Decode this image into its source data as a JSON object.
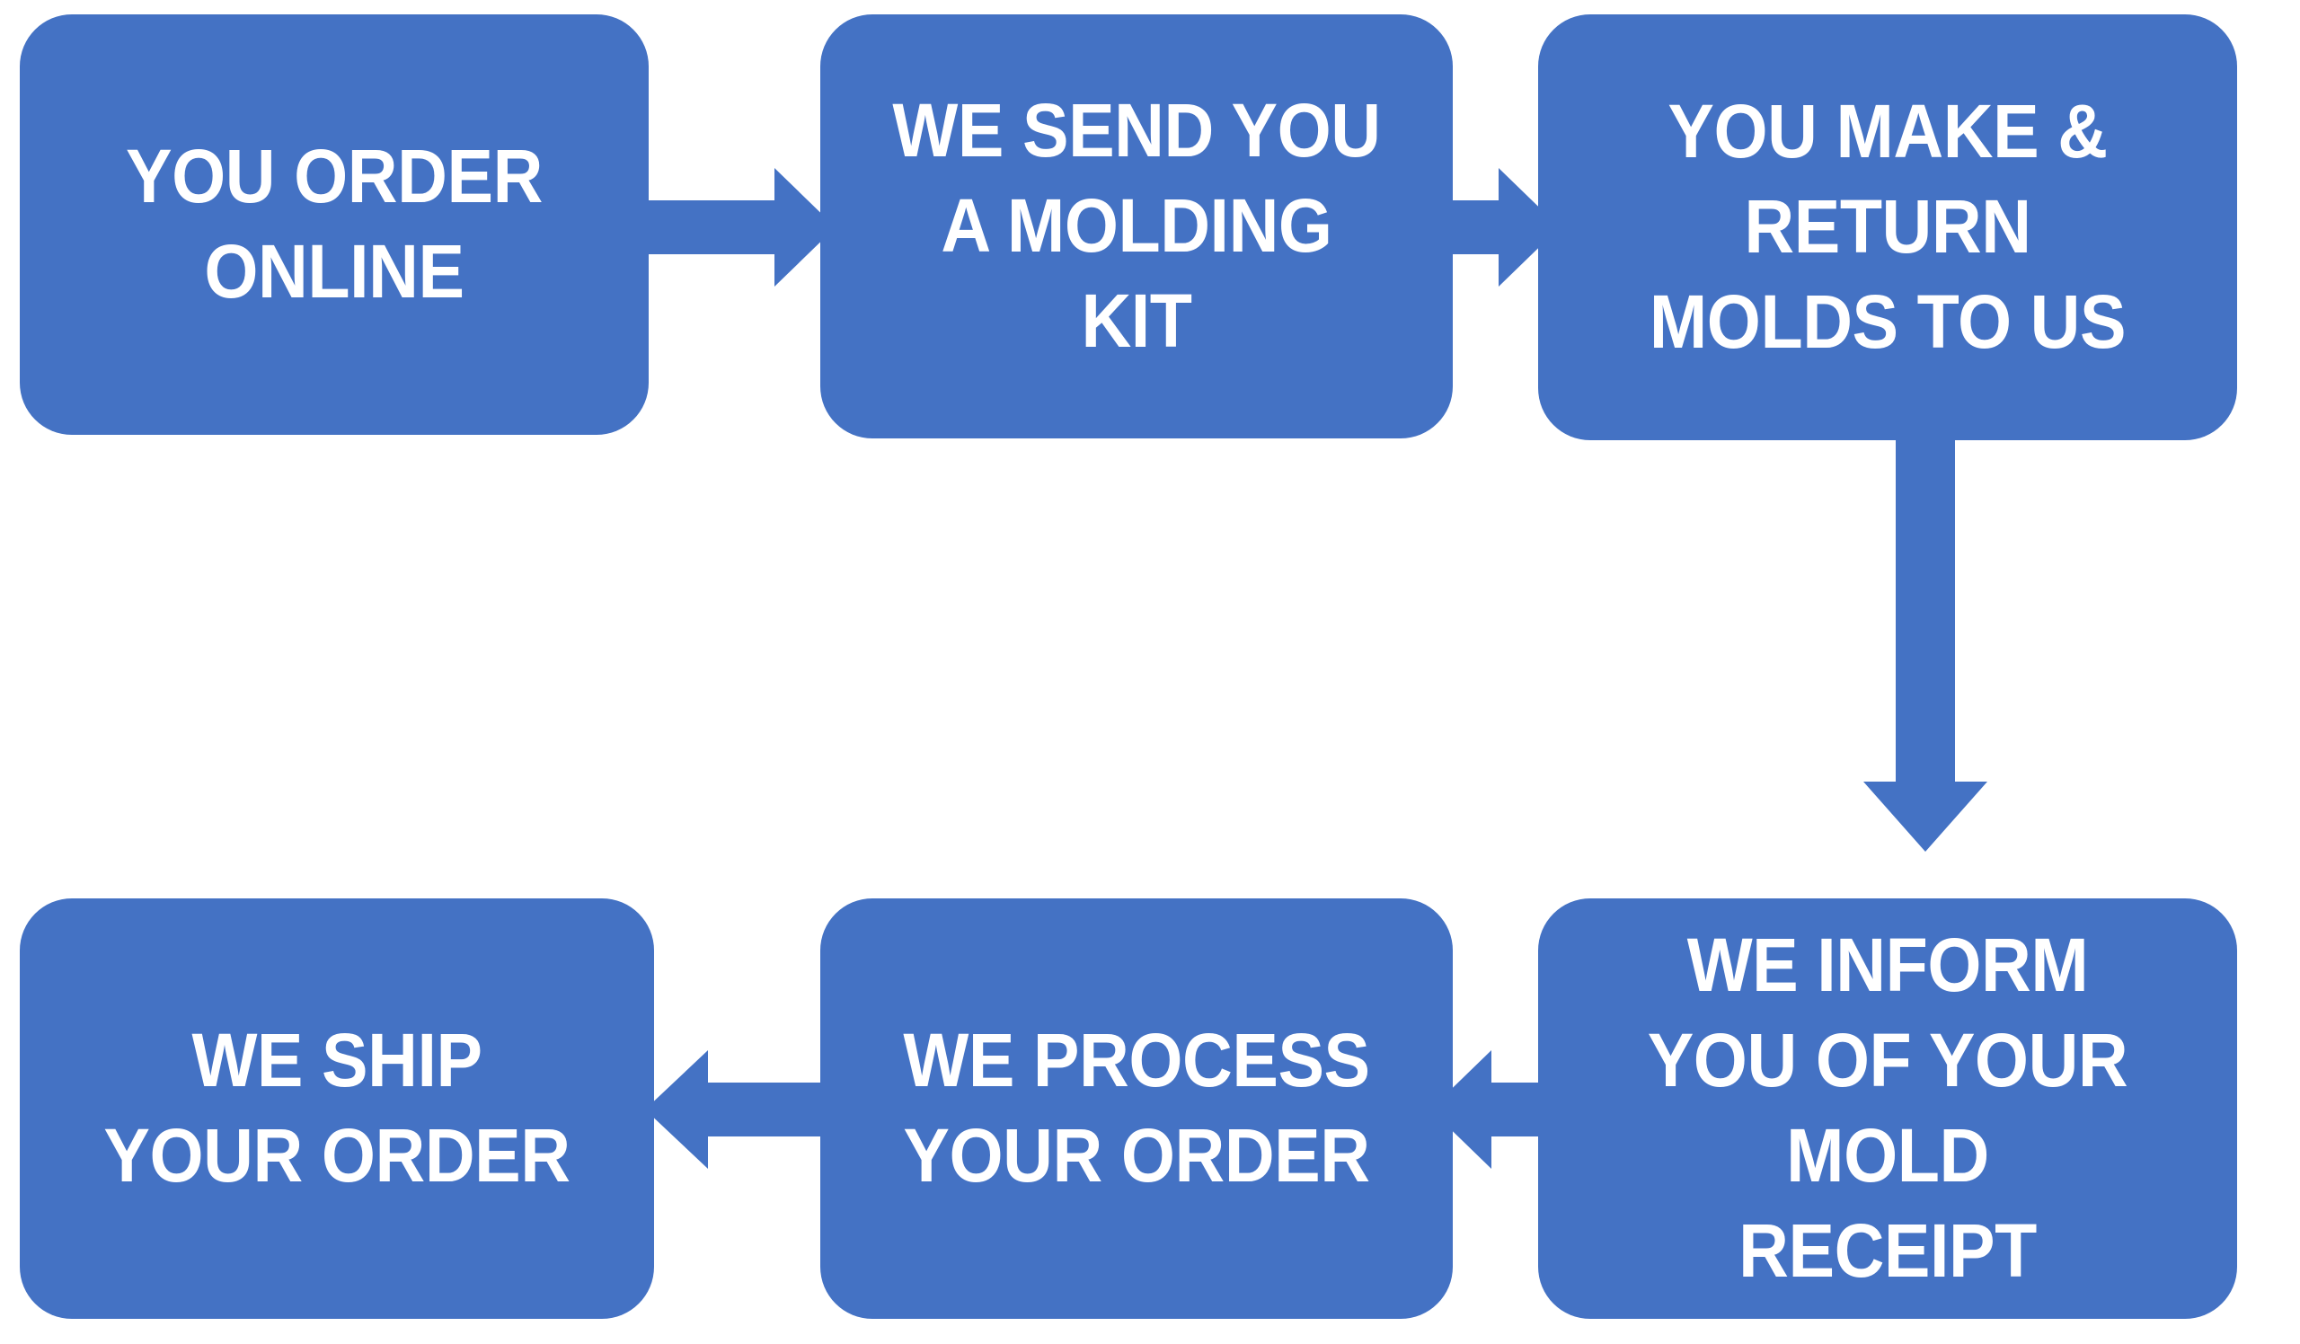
{
  "diagram": {
    "title": "Custom Molding Order Process Flowchart",
    "accent_color": "#4472C4",
    "text_color": "#FFFFFF",
    "background_color": "#FFFFFF",
    "node_shape": "rounded-rectangle",
    "nodes": [
      {
        "id": "order-online",
        "label": "YOU ORDER\nONLINE",
        "lines": [
          "YOU ORDER",
          "ONLINE"
        ],
        "step": 1,
        "row": 1,
        "column": 1
      },
      {
        "id": "send-kit",
        "label": "WE SEND YOU\nA MOLDING\nKIT",
        "lines": [
          "WE SEND YOU",
          "A MOLDING",
          "KIT"
        ],
        "step": 2,
        "row": 1,
        "column": 2
      },
      {
        "id": "make-return",
        "label": "YOU MAKE &\nRETURN\nMOLDS TO US",
        "lines": [
          "YOU MAKE &",
          "RETURN",
          "MOLDS TO US"
        ],
        "step": 3,
        "row": 1,
        "column": 3
      },
      {
        "id": "inform-receipt",
        "label": "WE INFORM\nYOU OF YOUR\nMOLD\nRECEIPT",
        "lines": [
          "WE INFORM",
          "YOU OF YOUR",
          "MOLD",
          "RECEIPT"
        ],
        "step": 4,
        "row": 2,
        "column": 3
      },
      {
        "id": "process-order",
        "label": "WE PROCESS\nYOUR ORDER",
        "lines": [
          "WE PROCESS",
          "YOUR ORDER"
        ],
        "step": 5,
        "row": 2,
        "column": 2
      },
      {
        "id": "ship-order",
        "label": "WE SHIP\nYOUR ORDER",
        "lines": [
          "WE SHIP",
          "YOUR ORDER"
        ],
        "step": 6,
        "row": 2,
        "column": 1
      }
    ],
    "connectors": [
      {
        "id": "arrow-order-to-kit",
        "from": "order-online",
        "to": "send-kit",
        "direction": "right"
      },
      {
        "id": "arrow-kit-to-molds",
        "from": "send-kit",
        "to": "make-return",
        "direction": "right"
      },
      {
        "id": "arrow-molds-to-inform",
        "from": "make-return",
        "to": "inform-receipt",
        "direction": "down"
      },
      {
        "id": "arrow-inform-to-process",
        "from": "inform-receipt",
        "to": "process-order",
        "direction": "left"
      },
      {
        "id": "arrow-process-to-ship",
        "from": "process-order",
        "to": "ship-order",
        "direction": "left"
      }
    ]
  }
}
